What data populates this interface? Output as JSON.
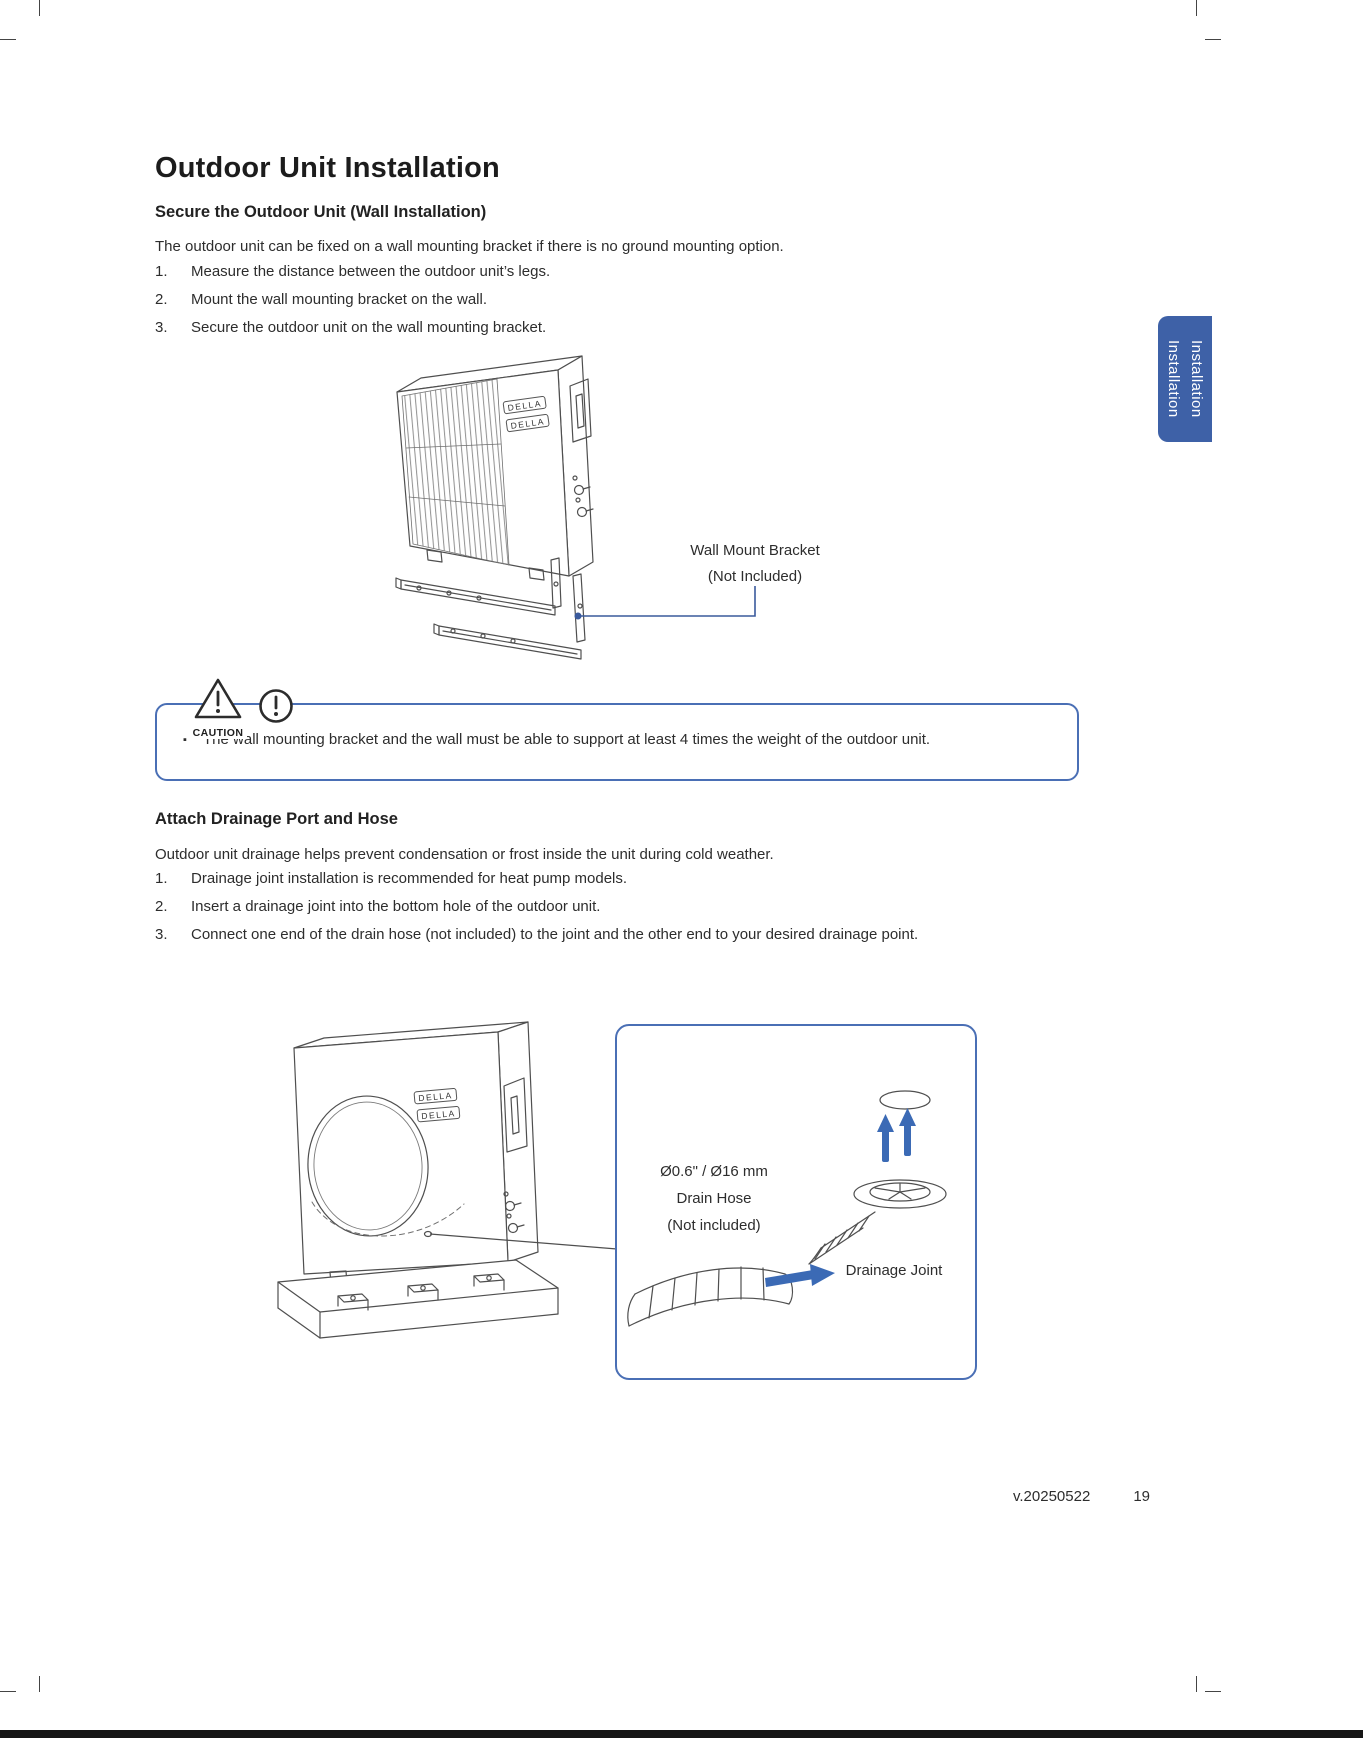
{
  "page": {
    "title": "Outdoor Unit Installation",
    "version": "v.20250522",
    "page_number": "19",
    "side_tab": [
      "Installation",
      "Installation"
    ],
    "brand": "DELLA"
  },
  "wall_section": {
    "heading": "Secure the Outdoor Unit (Wall Installation)",
    "intro": "The outdoor unit can be fixed on a wall mounting bracket if there is no ground mounting option.",
    "steps": [
      "Measure the distance between the outdoor unit’s legs.",
      "Mount the wall mounting bracket on the wall.",
      "Secure the outdoor unit on the wall mounting bracket."
    ],
    "figure_label": {
      "line1": "Wall Mount Bracket",
      "line2": "(Not Included)"
    }
  },
  "caution": {
    "label": "CAUTION",
    "text": "The wall mounting bracket and the wall must be able to support at least 4 times the weight of the outdoor unit."
  },
  "drain_section": {
    "heading": "Attach Drainage Port and Hose",
    "intro": "Outdoor unit drainage helps prevent condensation or frost inside the unit during cold weather.",
    "steps": [
      "Drainage joint installation is recommended for heat pump models.",
      "Insert a drainage joint into the bottom hole of the outdoor unit.",
      "Connect one end of the drain hose (not included) to the joint and the other end to your desired drainage point."
    ],
    "callout": {
      "hose_spec": "Ø0.6\" / Ø16 mm",
      "hose_name": "Drain Hose",
      "hose_note": "(Not included)",
      "joint_label": "Drainage Joint"
    }
  },
  "colors": {
    "accent_blue": "#4a6fb5",
    "tab_blue": "#3e61a7",
    "arrow_blue": "#3b6ab5",
    "text": "#2d2d2d"
  }
}
